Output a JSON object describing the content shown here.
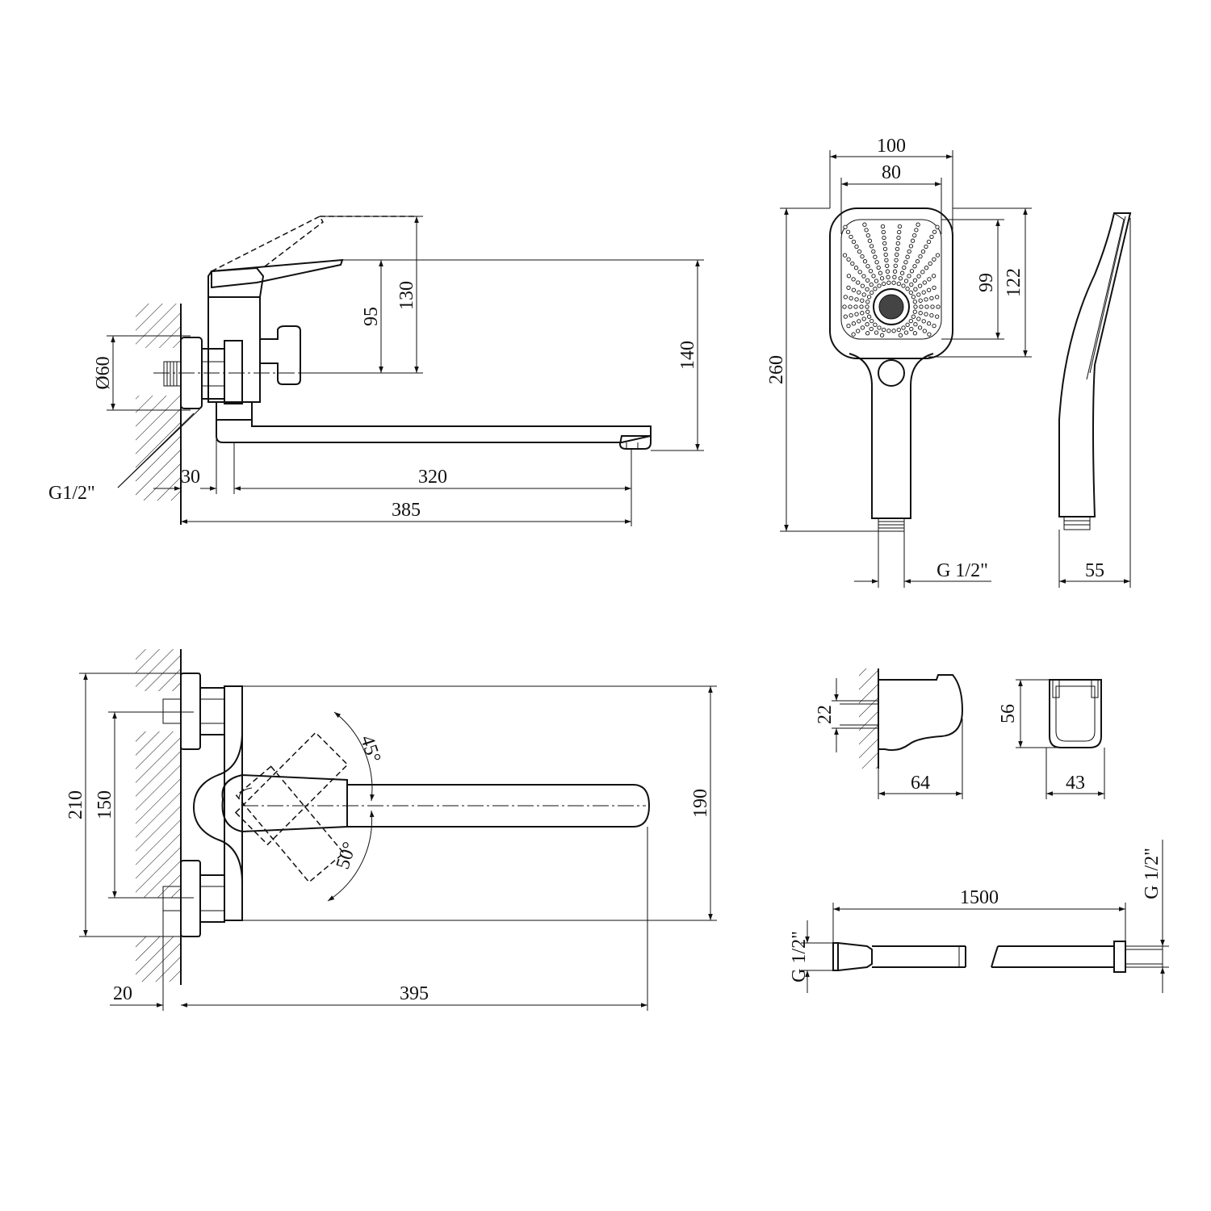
{
  "diagram": {
    "side_view": {
      "dim_130": "130",
      "dim_95": "95",
      "dim_140": "140",
      "dim_d60": "Ø60",
      "dim_30": "30",
      "dim_320": "320",
      "dim_385": "385",
      "thread_label": "G1/2\""
    },
    "shower_head": {
      "dim_100": "100",
      "dim_80": "80",
      "dim_99": "99",
      "dim_122": "122",
      "dim_260": "260",
      "thread_label": "G 1/2\""
    },
    "shower_side": {
      "dim_55": "55"
    },
    "top_view": {
      "dim_210": "210",
      "dim_150": "150",
      "dim_190": "190",
      "dim_20": "20",
      "dim_395": "395",
      "angle_45": "45°",
      "angle_50": "50°"
    },
    "holder": {
      "dim_22": "22",
      "dim_64": "64",
      "dim_56": "56",
      "dim_43": "43"
    },
    "hose": {
      "dim_1500": "1500",
      "thread_left": "G 1/2\"",
      "thread_right": "G 1/2\""
    }
  }
}
